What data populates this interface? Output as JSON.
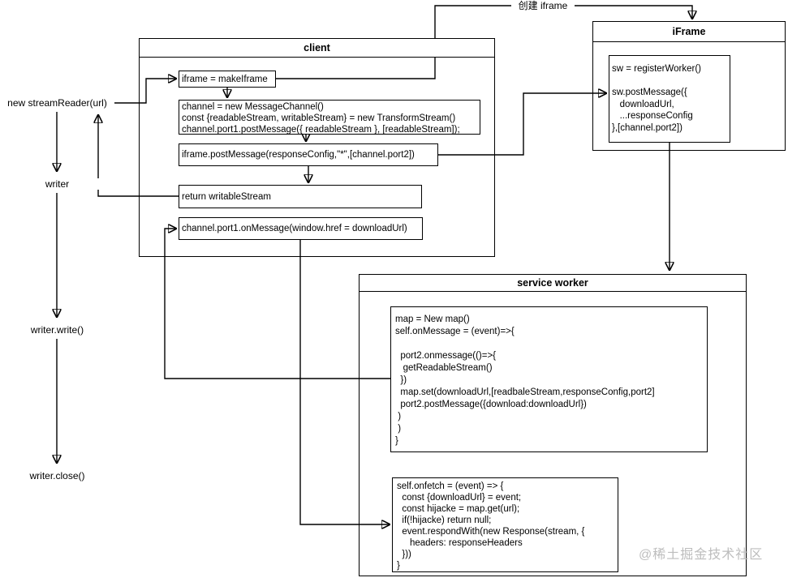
{
  "flow_labels": {
    "create_iframe": "创建 iframe",
    "new_stream_reader": "new streamReader(url)",
    "writer": "writer",
    "writer_write": "writer.write()",
    "writer_close": "writer.close()"
  },
  "client": {
    "title": "client",
    "make_iframe": "iframe = makeIframe",
    "channel_setup": "channel = new MessageChannel()\nconst {readableStream, writableStream} = new TransformStream()\nchannel.port1.postMessage({ readableStream }, [readableStream]);",
    "iframe_post_message": "iframe.postMessage(responseConfig,\"*\",[channel.port2])",
    "return_writable": "return writableStream",
    "port1_on_message": "channel.port1.onMessage(window.href = downloadUrl)"
  },
  "iframe_pane": {
    "title": "iFrame",
    "code": "sw = registerWorker()\n\nsw.postMessage({\n   downloadUrl,\n   ...responseConfig\n},[channel.port2])"
  },
  "service_worker": {
    "title": "service worker",
    "on_message_code": "map = New map()\nself.onMessage = (event)=>{\n\n  port2.onmessage(()=>{\n   getReadableStream()\n  })\n  map.set(downloadUrl,[readbaleStream,responseConfig,port2]\n  port2.postMessage({download:downloadUrl})\n )\n )\n}",
    "on_fetch_code": "self.onfetch = (event) => {\n  const {downloadUrl} = event;\n  const hijacke = map.get(url);\n  if(!hijacke) return null;\n  event.respondWith(new Response(stream, {\n     headers: responseHeaders\n  }))\n}"
  },
  "watermark": "@稀土掘金技术社区"
}
